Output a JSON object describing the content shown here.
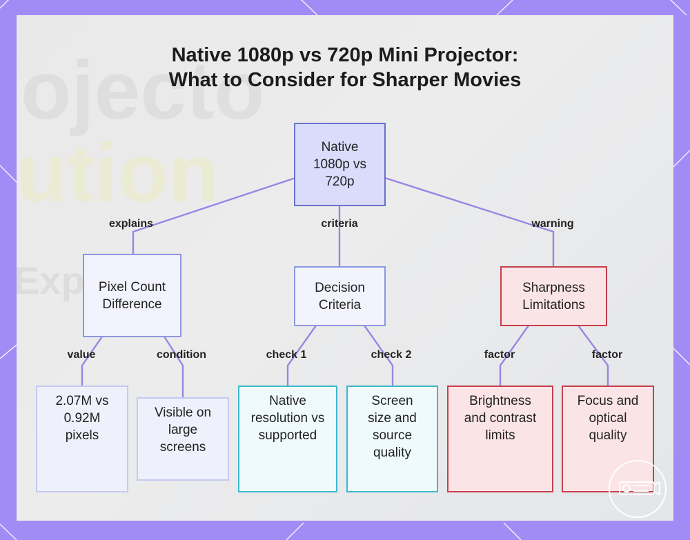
{
  "title": {
    "line1": "Native 1080p vs 720p Mini Projector:",
    "line2": "What to Consider for Sharper Movies"
  },
  "nodes": {
    "root": "Native 1080p vs 720p",
    "pixel_count": "Pixel Count Difference",
    "decision_criteria": "Decision Criteria",
    "sharpness_limitations": "Sharpness Limitations",
    "pixels_value": "2.07M vs 0.92M pixels",
    "visible_large": "Visible on large screens",
    "native_resolution": "Native resolution vs supported",
    "screen_size": "Screen size and source quality",
    "brightness": "Brightness and contrast limits",
    "focus": "Focus and optical quality"
  },
  "edges": {
    "explains": "explains",
    "criteria": "criteria",
    "warning": "warning",
    "value": "value",
    "condition": "condition",
    "check1": "check 1",
    "check2": "check 2",
    "factor1": "factor",
    "factor2": "factor"
  },
  "background_text": {
    "line1": "ojecto",
    "line2": "ution",
    "line3": "Exp"
  },
  "colors": {
    "frame": "#a08cf4",
    "connector": "#9a84e4",
    "root_fill": "#d9dcfb",
    "warning_border": "#c4404c",
    "check_border": "#3cb9c9"
  },
  "icons": {
    "watermark": "projector-logo-icon"
  }
}
